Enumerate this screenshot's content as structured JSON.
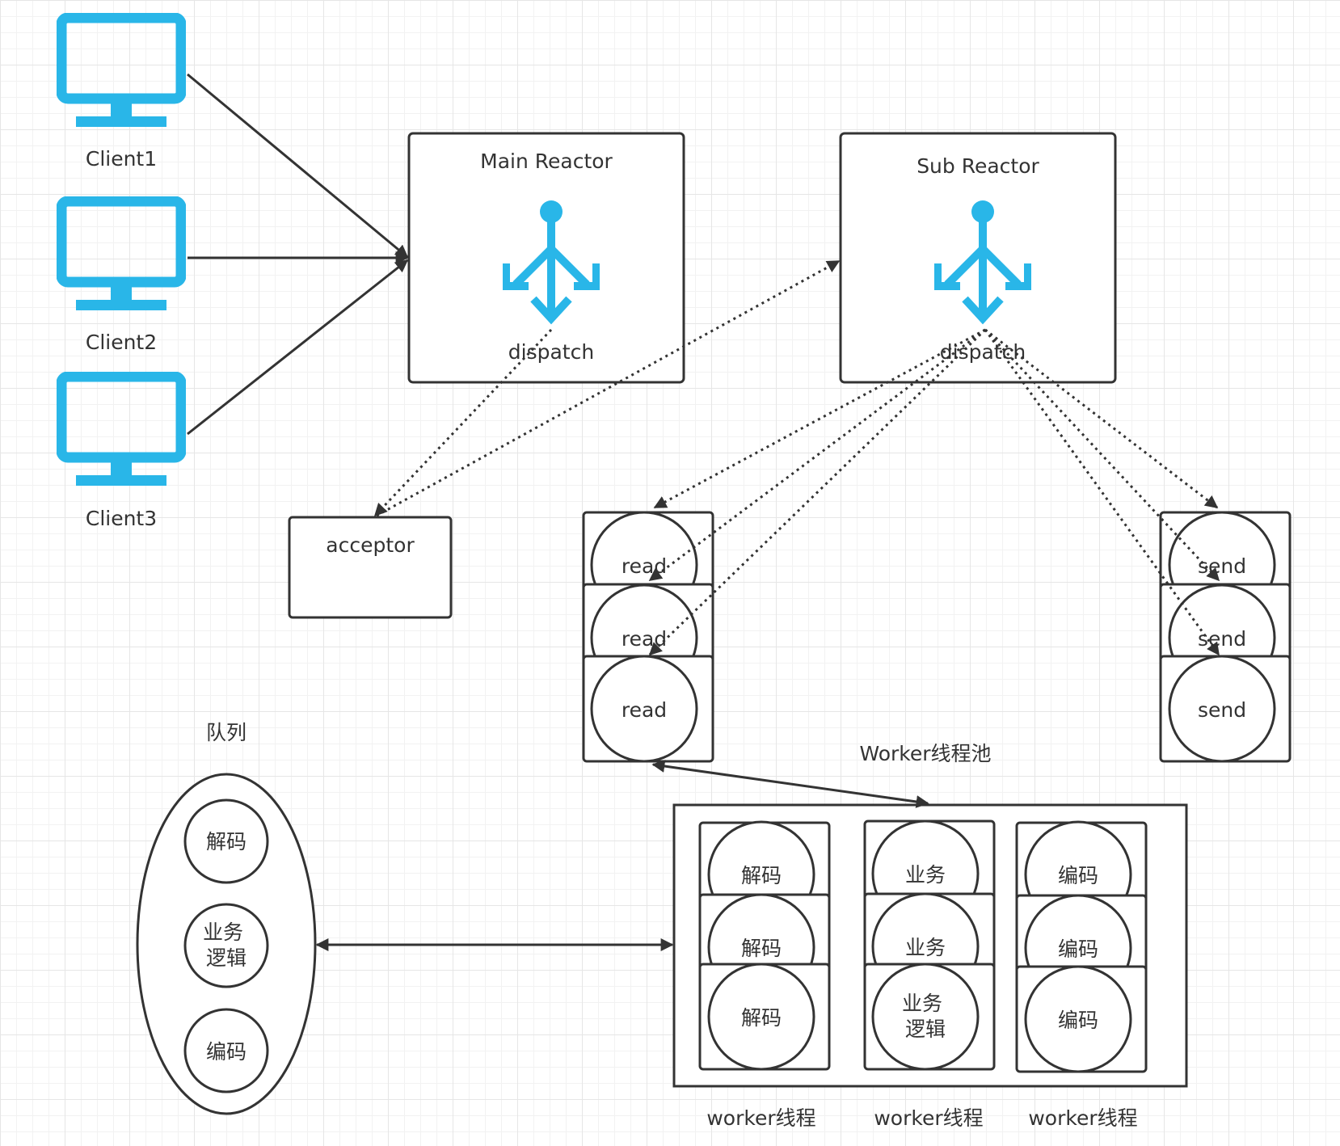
{
  "colors": {
    "monitor": "#29b6e8",
    "stroke": "#333333",
    "text": "#333333",
    "grid": "#e6e6e6"
  },
  "icons": {
    "client": "monitor-icon",
    "dispatch": "dispatch-arrows-icon"
  },
  "clients": [
    {
      "label": "Client1"
    },
    {
      "label": "Client2"
    },
    {
      "label": "Client3"
    }
  ],
  "main_reactor": {
    "title": "Main Reactor",
    "dispatch_label": "dispatch"
  },
  "sub_reactor": {
    "title": "Sub Reactor",
    "dispatch_label": "dispatch"
  },
  "acceptor": {
    "label": "acceptor"
  },
  "read_stack": [
    "read",
    "read",
    "read"
  ],
  "send_stack": [
    "send",
    "send",
    "send"
  ],
  "queue": {
    "title": "队列",
    "items": [
      "解码",
      "业务\n逻辑",
      "编码"
    ]
  },
  "worker_pool": {
    "title": "Worker线程池",
    "columns": [
      {
        "label": "worker线程",
        "items": [
          "解码",
          "解码",
          "解码"
        ]
      },
      {
        "label": "worker线程",
        "items": [
          "业务",
          "业务",
          "业务\n逻辑"
        ]
      },
      {
        "label": "worker线程",
        "items": [
          "编码",
          "编码",
          "编码"
        ]
      }
    ]
  }
}
